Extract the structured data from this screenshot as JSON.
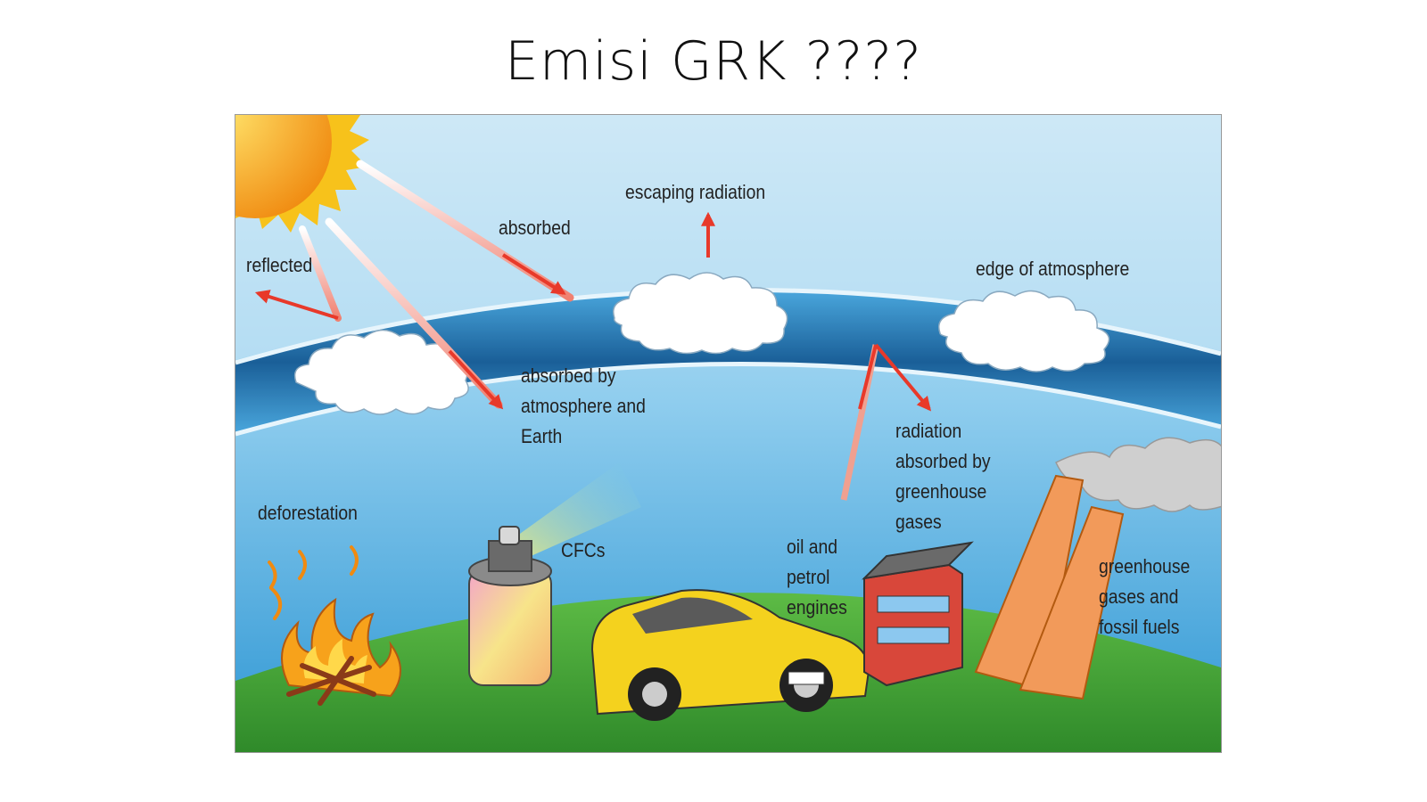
{
  "slide": {
    "title": "Emisi GRK ????"
  },
  "diagram": {
    "labels": {
      "escaping_radiation": "escaping radiation",
      "absorbed": "absorbed",
      "reflected": "reflected",
      "edge_of_atmosphere": "edge of atmosphere",
      "absorbed_by_atmosphere_line1": "absorbed by",
      "absorbed_by_atmosphere_line2": "atmosphere and",
      "absorbed_by_atmosphere_line3": "Earth",
      "radiation_absorbed_line1": "radiation",
      "radiation_absorbed_line2": "absorbed by",
      "radiation_absorbed_line3": "greenhouse",
      "radiation_absorbed_line4": "gases",
      "deforestation": "deforestation",
      "cfcs": "CFCs",
      "oil_petrol_line1": "oil and",
      "oil_petrol_line2": "petrol",
      "oil_petrol_line3": "engines",
      "greenhouse_fossil_line1": "greenhouse",
      "greenhouse_fossil_line2": "gases and",
      "greenhouse_fossil_line3": "fossil fuels"
    },
    "colors": {
      "sky_top": "#cfe8f5",
      "sky_bottom": "#3aa0d8",
      "atmosphere_band": "#1d6fa8",
      "ground": "#4aa83c",
      "arrow": "#e8392a",
      "sun": "#f7a21b",
      "car": "#f4d21e",
      "factory": "#d8473a"
    }
  }
}
